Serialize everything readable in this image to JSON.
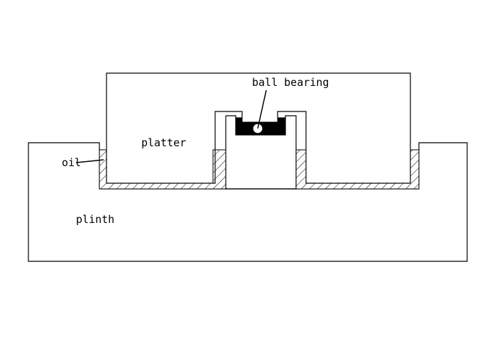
{
  "labels": {
    "ball_bearing": "ball bearing",
    "platter": "platter",
    "oil": "oil",
    "plinth": "plinth"
  },
  "colors": {
    "line": "#000000",
    "background": "#ffffff",
    "bearing_block": "#000000"
  }
}
